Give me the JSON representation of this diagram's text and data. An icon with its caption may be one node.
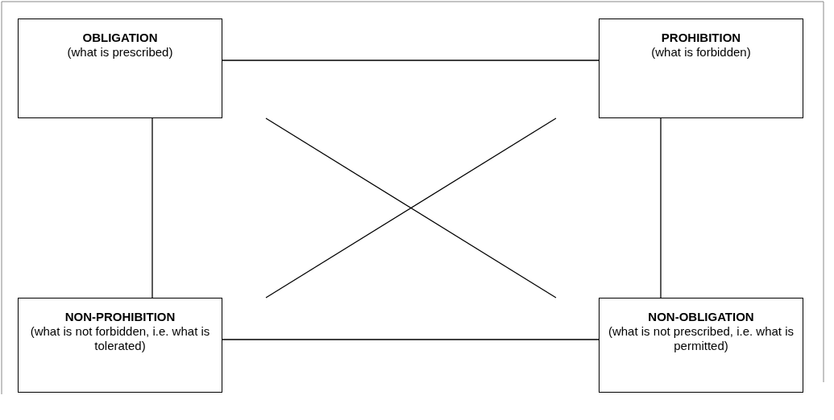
{
  "diagram": {
    "nodes": [
      {
        "text": [
          "OBLIGATION",
          "(what is prescribed)"
        ]
      },
      {
        "text": [
          "PROHIBITION",
          "(what is forbidden)"
        ]
      },
      {
        "text": [
          "NON-PROHIBITION",
          "(what is not forbidden, i.e. what is tolerated)"
        ]
      },
      {
        "text": [
          "NON-OBLIGATION",
          "(what is not prescribed, i.e. what is permitted)"
        ]
      }
    ],
    "edges": [
      {
        "from": 0,
        "to": 1,
        "arrow": "none"
      },
      {
        "from": 0,
        "to": 2,
        "arrow": "none"
      },
      {
        "from": 1,
        "to": 3,
        "arrow": "none"
      },
      {
        "from": 0,
        "to": 3,
        "arrow": "none"
      },
      {
        "from": 1,
        "to": 2,
        "arrow": "none"
      },
      {
        "from": 2,
        "to": 3,
        "arrow": "none"
      }
    ]
  }
}
